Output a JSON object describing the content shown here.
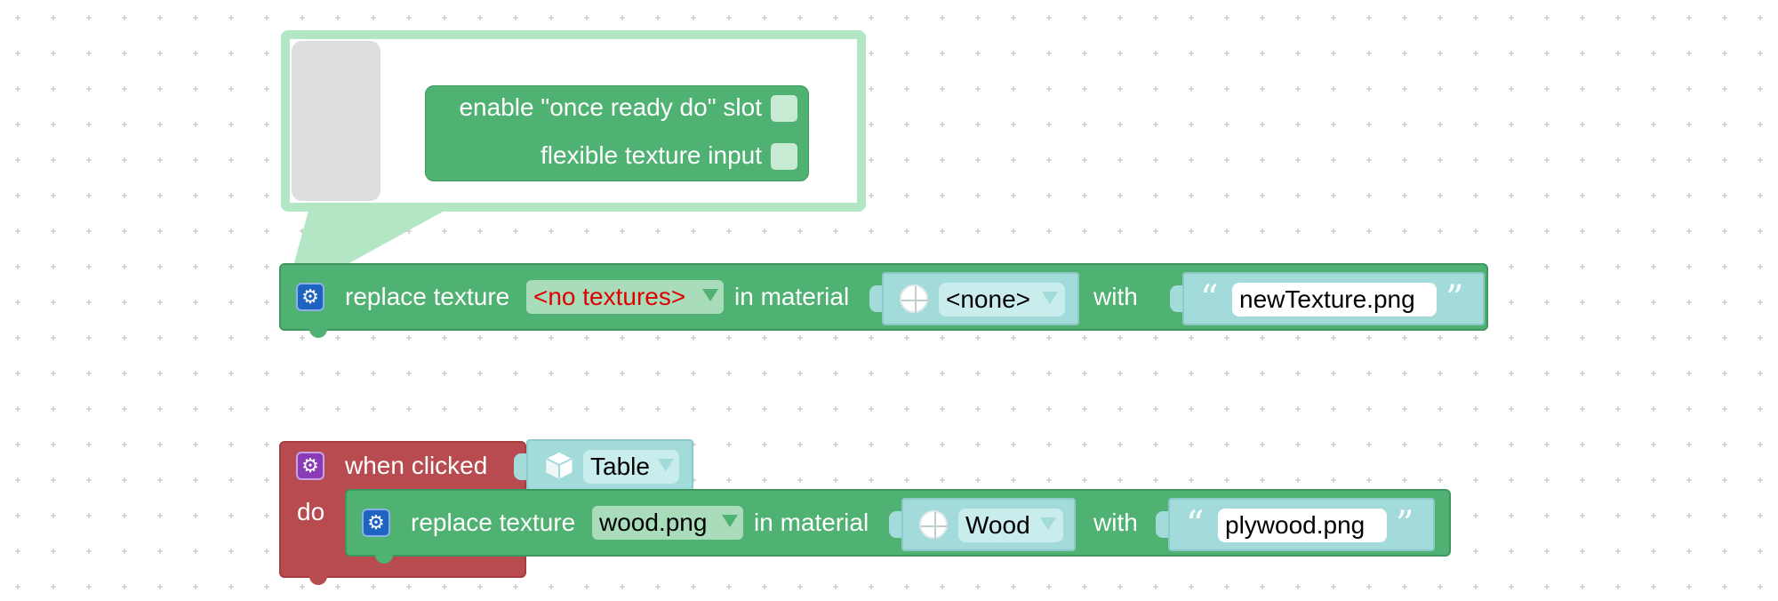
{
  "workspace": {
    "background": "#ffffff",
    "grid_color": "#c8c8c8"
  },
  "mutator": {
    "options": [
      {
        "label": "enable \"once ready do\" slot"
      },
      {
        "label": "flexible texture input"
      }
    ]
  },
  "block1": {
    "gear_icon": "gear-icon",
    "label_replace": "replace texture",
    "texture_dropdown": "<no textures>",
    "label_in_material": "in material",
    "material_dropdown": "<none>",
    "label_with": "with",
    "texture_string": "newTexture.png",
    "open_quote": "“",
    "close_quote": "”"
  },
  "block2": {
    "gear_icon": "gear-icon",
    "label_when_clicked": "when clicked",
    "object_dropdown": "Table",
    "label_do": "do",
    "inner": {
      "gear_icon": "gear-icon",
      "label_replace": "replace texture",
      "texture_dropdown": "wood.png",
      "label_in_material": "in material",
      "material_dropdown": "Wood",
      "label_with": "with",
      "texture_string": "plywood.png",
      "open_quote": "“",
      "close_quote": "”"
    }
  },
  "colors": {
    "block_green": "#4fb172",
    "event_red": "#b84b4f",
    "socket_teal": "#a3dada",
    "error_text": "#e00000",
    "bubble_border": "#b2e6c4"
  }
}
